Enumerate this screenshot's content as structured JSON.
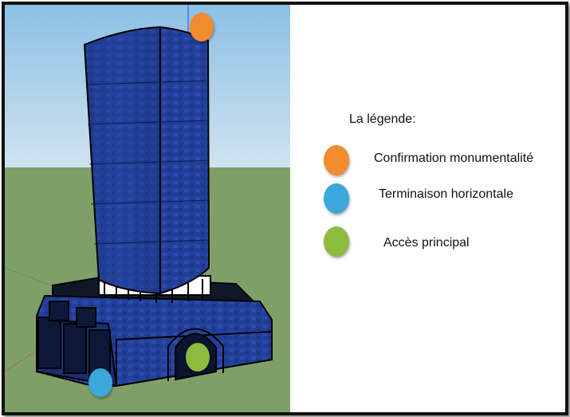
{
  "legend": {
    "title": "La légende:",
    "items": [
      {
        "label": "Confirmation monumentalité",
        "color": "#f28a2e",
        "icon": "orange-marker"
      },
      {
        "label": "Terminaison horizontale",
        "color": "#3aa8d8",
        "icon": "blue-marker"
      },
      {
        "label": "Accès principal",
        "color": "#8dbb3c",
        "icon": "green-marker"
      }
    ]
  },
  "scene": {
    "sky_color": "#a9cfe8",
    "ground_color": "#7f9f69",
    "building_color": "#22409a"
  }
}
